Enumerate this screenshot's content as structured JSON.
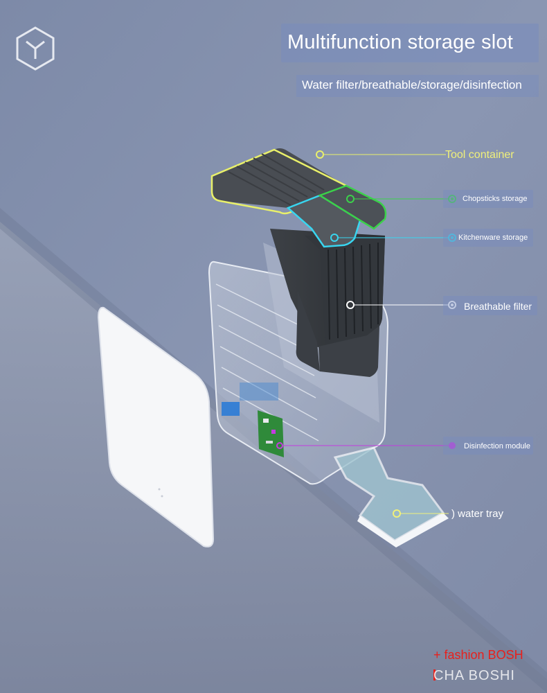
{
  "header": {
    "title": "Multifunction storage slot",
    "subtitle": "Water filter/breathable/storage/disinfection"
  },
  "logo": {
    "icon": "cube-y-logo-icon"
  },
  "callouts": {
    "tool_container": {
      "label": "Tool container",
      "color": "#e9f06a"
    },
    "chopsticks": {
      "label": "Chopsticks storage",
      "color": "#3bd24a"
    },
    "kitchenware": {
      "label": "Kitchenware storage",
      "color": "#38d6f0"
    },
    "breathable": {
      "label": "Breathable filter",
      "color": "#ffffff"
    },
    "disinfection": {
      "label": "Disinfection module",
      "color": "#c43be0"
    },
    "water_tray": {
      "label": ") water tray",
      "color": "#f0f07a"
    }
  },
  "brand": {
    "line1": "+ fashion BOSH",
    "line2": "CHA  BOSHI",
    "accent_color": "#e8201c"
  }
}
